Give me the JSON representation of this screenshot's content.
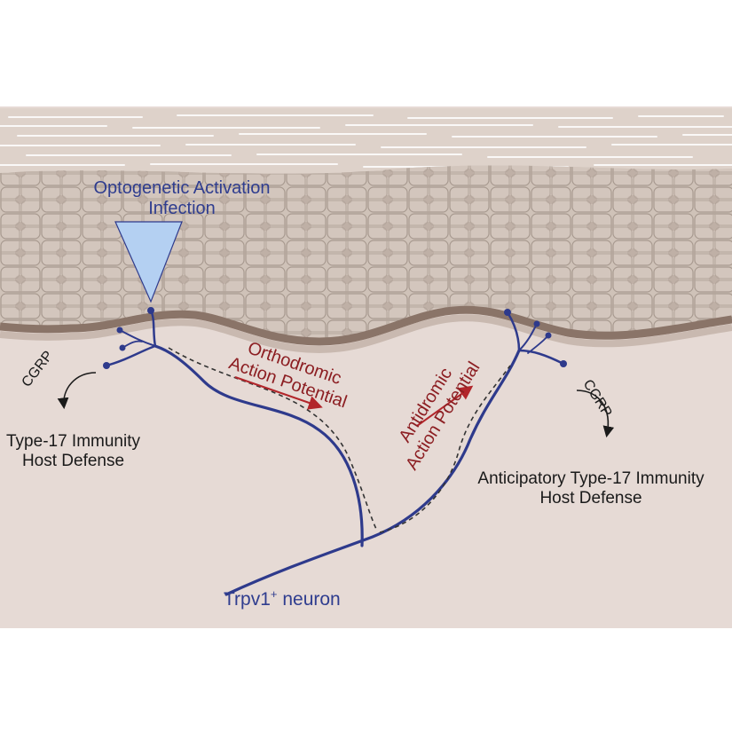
{
  "labels": {
    "stimulus_line1": "Optogenetic Activation",
    "stimulus_line2": "Infection",
    "orthodromic_line1": "Orthodromic",
    "orthodromic_line2": "Action Potential",
    "antidromic_line1": "Antidromic",
    "antidromic_line2": "Action Potential",
    "cgrp_left": "CGRP",
    "cgrp_right": "CGRP",
    "left_outcome_line1": "Type-17 Immunity",
    "left_outcome_line2": "Host Defense",
    "right_outcome_line1": "Anticipatory Type-17 Immunity",
    "right_outcome_line2": "Host Defense",
    "neuron_name": "Trpv1",
    "neuron_superscript": "+",
    "neuron_suffix": " neuron"
  },
  "colors": {
    "stratum_corneum": "#eadfd8",
    "epidermis": "#cfc2b8",
    "cell_border": "#a89a90",
    "basal_line": "#8a7468",
    "dermis": "#e6dad5",
    "neuron": "#2e3a8c",
    "action_potential_arrow": "#b2262b",
    "light_cone": "#b4d0f2",
    "label_blue": "#2f3d8f",
    "label_red": "#8c1e22"
  }
}
